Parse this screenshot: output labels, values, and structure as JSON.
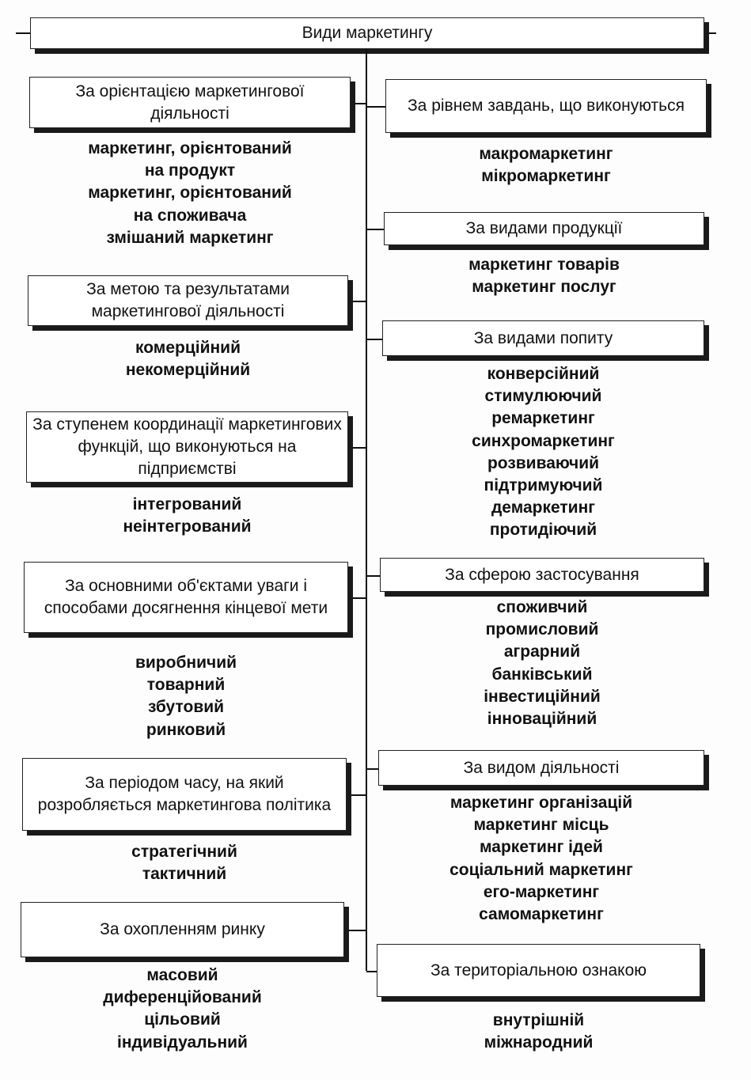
{
  "title": "Види маркетингу",
  "left": [
    {
      "heading": "За орієнтацією маркетингової діяльності",
      "items": [
        "маркетинг, орієнтований",
        "на продукт",
        "маркетинг, орієнтований",
        "на споживача",
        "змішаний маркетинг"
      ]
    },
    {
      "heading": "За метою та результатами маркетингової діяльності",
      "items": [
        "комерційний",
        "некомерційний"
      ]
    },
    {
      "heading": "За ступенем координації маркетингових функцій, що виконуються на підприємстві",
      "items": [
        "інтегрований",
        "неінтегрований"
      ]
    },
    {
      "heading": "За основними об'єктами уваги і способами досягнення кінцевої мети",
      "items": [
        "виробничий",
        "товарний",
        "збутовий",
        "ринковий"
      ]
    },
    {
      "heading": "За періодом часу, на який розробляється маркетингова політика",
      "items": [
        "стратегічний",
        "тактичний"
      ]
    },
    {
      "heading": "За охопленням ринку",
      "items": [
        "масовий",
        "диференційований",
        "цільовий",
        "індивідуальний"
      ]
    }
  ],
  "right": [
    {
      "heading": "За рівнем завдань, що виконуються",
      "items": [
        "макромаркетинг",
        "мікромаркетинг"
      ]
    },
    {
      "heading": "За видами продукції",
      "items": [
        "маркетинг товарів",
        "маркетинг послуг"
      ]
    },
    {
      "heading": "За видами попиту",
      "items": [
        "конверсійний",
        "стимулюючий",
        "ремаркетинг",
        "синхромаркетинг",
        "розвиваючий",
        "підтримуючий",
        "демаркетинг",
        "протидіючий"
      ]
    },
    {
      "heading": "За сферою застосування",
      "items": [
        "споживчий",
        "промисловий",
        "аграрний",
        "банківський",
        "інвестиційний",
        "інноваційний"
      ]
    },
    {
      "heading": "За видом діяльності",
      "items": [
        "маркетинг організацій",
        "маркетинг місць",
        "маркетинг ідей",
        "соціальний маркетинг",
        "его-маркетинг",
        "самомаркетинг"
      ]
    },
    {
      "heading": "За територіальною ознакою",
      "items": [
        "внутрішній",
        "міжнародний"
      ]
    }
  ]
}
